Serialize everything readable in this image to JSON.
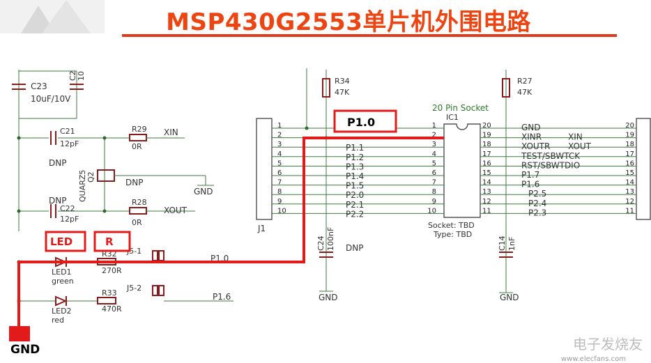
{
  "title": "MSP430G2553单片机外围电路",
  "callouts": {
    "p10": "P1.0",
    "led": "LED",
    "r": "R",
    "gnd": "GND"
  },
  "components": {
    "c23": {
      "ref": "C23",
      "value": "10uF/10V"
    },
    "c2x": {
      "ref": "C2",
      "value": "10"
    },
    "c21": {
      "ref": "C21",
      "value": "12pF"
    },
    "c22": {
      "ref": "C22",
      "value": "12pF"
    },
    "dnp_c21": "DNP",
    "dnp_c22": "DNP",
    "r29": {
      "ref": "R29",
      "value": "0R",
      "net": "XIN"
    },
    "r28": {
      "ref": "R28",
      "value": "0R",
      "net": "XOUT"
    },
    "q2": {
      "ref": "Q2",
      "type": "QUARZ5",
      "note": "DNP"
    },
    "gnd_q2": "GND",
    "r34": {
      "ref": "R34",
      "value": "47K"
    },
    "r27": {
      "ref": "R27",
      "value": "47K"
    },
    "r32": {
      "ref": "R32",
      "value": "270R"
    },
    "r33": {
      "ref": "R33",
      "value": "470R"
    },
    "led1": {
      "ref": "LED1",
      "color": "green"
    },
    "led2": {
      "ref": "LED2",
      "color": "red"
    },
    "j51": {
      "ref": "J5-1",
      "net": "P1.0"
    },
    "j52": {
      "ref": "J5-2",
      "net": "P1.6"
    },
    "j1": {
      "ref": "J1"
    },
    "c24": {
      "ref": "C24",
      "value": "100nF",
      "note": "DNP",
      "gnd": "GND"
    },
    "c14": {
      "ref": "C14",
      "value": "1nF",
      "gnd": "GND"
    },
    "gnd_r34": "GND",
    "ic1": {
      "ref": "IC1",
      "socket": "20 Pin Socket",
      "socket_note": "Socket: TBD",
      "type_note": "Type: TBD"
    }
  },
  "left_pins": [
    {
      "n": "1",
      "net": ""
    },
    {
      "n": "2",
      "net": ""
    },
    {
      "n": "3",
      "net": "P1.1"
    },
    {
      "n": "4",
      "net": "P1.2"
    },
    {
      "n": "5",
      "net": "P1.3"
    },
    {
      "n": "6",
      "net": "P1.4"
    },
    {
      "n": "7",
      "net": "P1.5"
    },
    {
      "n": "8",
      "net": "P2.0"
    },
    {
      "n": "9",
      "net": "P2.1"
    },
    {
      "n": "10",
      "net": "P2.2"
    }
  ],
  "right_pins": [
    {
      "n": "20",
      "net": "GND"
    },
    {
      "n": "19",
      "net": "XINR",
      "alt": "XIN"
    },
    {
      "n": "18",
      "net": "XOUTR",
      "alt": "XOUT"
    },
    {
      "n": "17",
      "net": "TEST/SBWTCK"
    },
    {
      "n": "16",
      "net": "RST/SBWTDIO"
    },
    {
      "n": "15",
      "net": "P1.7"
    },
    {
      "n": "14",
      "net": "P1.6"
    },
    {
      "n": "13",
      "net": "P2.5"
    },
    {
      "n": "12",
      "net": "P2.4"
    },
    {
      "n": "11",
      "net": "P2.3"
    }
  ],
  "watermark": {
    "text": "电子发烧友",
    "url": "www.elecfans.com"
  },
  "colors": {
    "title": "#ee4411",
    "highlight": "#e21a1a",
    "wire": "#3c7a3c",
    "component": "#8b1a1a"
  }
}
